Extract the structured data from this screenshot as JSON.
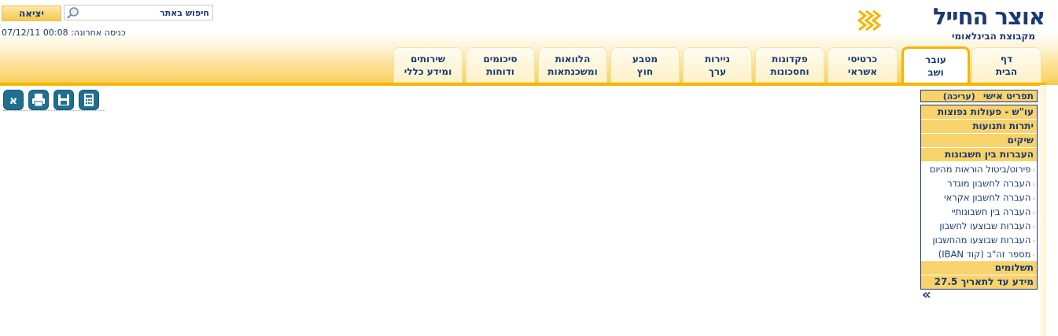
{
  "brand": {
    "name": "אוצר החייל",
    "tagline": "מקבוצת הבינלאומי",
    "primary_color": "#1a3a73",
    "accent_color": "#f5b500"
  },
  "header": {
    "exit_label": "יציאה",
    "search_placeholder": "חיפוש באתר",
    "last_login": "כניסה אחרונה: 00:08 07/12/11"
  },
  "tabs": [
    {
      "line1": "דף",
      "line2": "הבית",
      "active": false
    },
    {
      "line1": "עובר",
      "line2": "ושב",
      "active": true
    },
    {
      "line1": "כרטיסי",
      "line2": "אשראי",
      "active": false
    },
    {
      "line1": "פקדונות",
      "line2": "וחסכונות",
      "active": false
    },
    {
      "line1": "ניירות",
      "line2": "ערך",
      "active": false
    },
    {
      "line1": "מטבע",
      "line2": "חוץ",
      "active": false
    },
    {
      "line1": "הלוואות",
      "line2": "ומשכנתאות",
      "active": false
    },
    {
      "line1": "סיכומים",
      "line2": "ודוחות",
      "active": false
    },
    {
      "line1": "שירותים",
      "line2": "ומידע כללי",
      "active": false
    }
  ],
  "toolbar": {
    "icons": [
      "calculator-icon",
      "save-icon",
      "print-icon",
      "accessibility-icon"
    ]
  },
  "side_menu": {
    "personal_menu": "תפריט אישי",
    "edit_label": "(עריכה)",
    "categories": {
      "frequent": "עו\"ש - פעולות נפוצות",
      "balances": "יתרות ותנועות",
      "checks": "שיקים",
      "transfers": "העברות בין חשבונות",
      "payments": "תשלומים",
      "info": "מידע עד לתאריך 27.5"
    },
    "transfer_items": [
      "פירוט/ביטול הוראות מהיום",
      "העברה לחשבון מוגדר",
      "העברה לחשבון אקראי",
      "העברה בין חשבונותיי",
      "העברות שבוצעו לחשבון",
      "העברות שבוצעו מהחשבון",
      "מספר זה\"ב (קוד IBAN)"
    ],
    "collapse_symbol": "«"
  }
}
